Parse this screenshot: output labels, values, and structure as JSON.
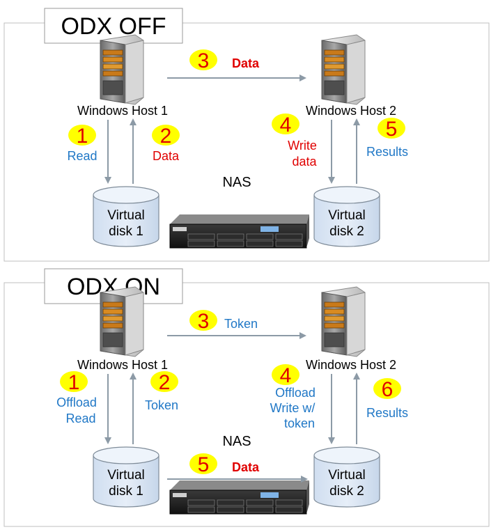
{
  "colors": {
    "red_text": "#e00000",
    "blue_text": "#1f77c6",
    "badge_fill": "#ffff00",
    "arrow": "#8c9aa6",
    "disk_fill": "#dbe7f4",
    "disk_stroke": "#7f8c99",
    "panel_stroke": "#bfbfbf"
  },
  "nodes": {
    "host1_label": "Windows Host 1",
    "host2_label": "Windows Host 2",
    "disk1_line1": "Virtual",
    "disk1_line2": "disk 1",
    "disk2_line1": "Virtual",
    "disk2_line2": "disk 2",
    "nas_label": "NAS"
  },
  "odx_off": {
    "title": "ODX OFF",
    "steps": [
      {
        "num": "1",
        "lines": [
          "Read"
        ],
        "color": "blue"
      },
      {
        "num": "2",
        "lines": [
          "Data"
        ],
        "color": "red"
      },
      {
        "num": "3",
        "lines": [
          "Data"
        ],
        "color": "red"
      },
      {
        "num": "4",
        "lines": [
          "Write",
          "data"
        ],
        "color": "red"
      },
      {
        "num": "5",
        "lines": [
          "Results"
        ],
        "color": "blue"
      }
    ]
  },
  "odx_on": {
    "title": "ODX ON",
    "steps": [
      {
        "num": "1",
        "lines": [
          "Offload",
          "Read"
        ],
        "color": "blue"
      },
      {
        "num": "2",
        "lines": [
          "Token"
        ],
        "color": "blue"
      },
      {
        "num": "3",
        "lines": [
          "Token"
        ],
        "color": "blue"
      },
      {
        "num": "4",
        "lines": [
          "Offload",
          "Write w/",
          "token"
        ],
        "color": "blue"
      },
      {
        "num": "5",
        "lines": [
          "Data"
        ],
        "color": "red"
      },
      {
        "num": "6",
        "lines": [
          "Results"
        ],
        "color": "blue"
      }
    ]
  }
}
